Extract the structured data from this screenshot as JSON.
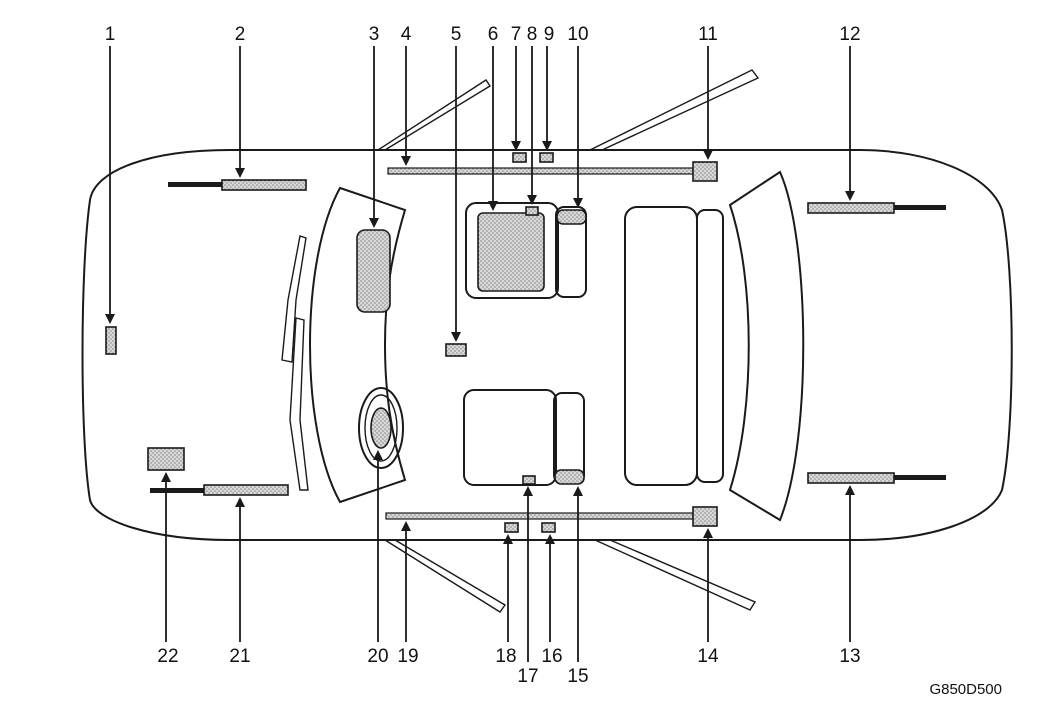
{
  "diagram": {
    "callouts": [
      "1",
      "2",
      "3",
      "4",
      "5",
      "6",
      "7",
      "8",
      "9",
      "10",
      "11",
      "12",
      "13",
      "14",
      "15",
      "16",
      "17",
      "18",
      "19",
      "20",
      "21",
      "22"
    ],
    "figure_code": "G850D500"
  }
}
